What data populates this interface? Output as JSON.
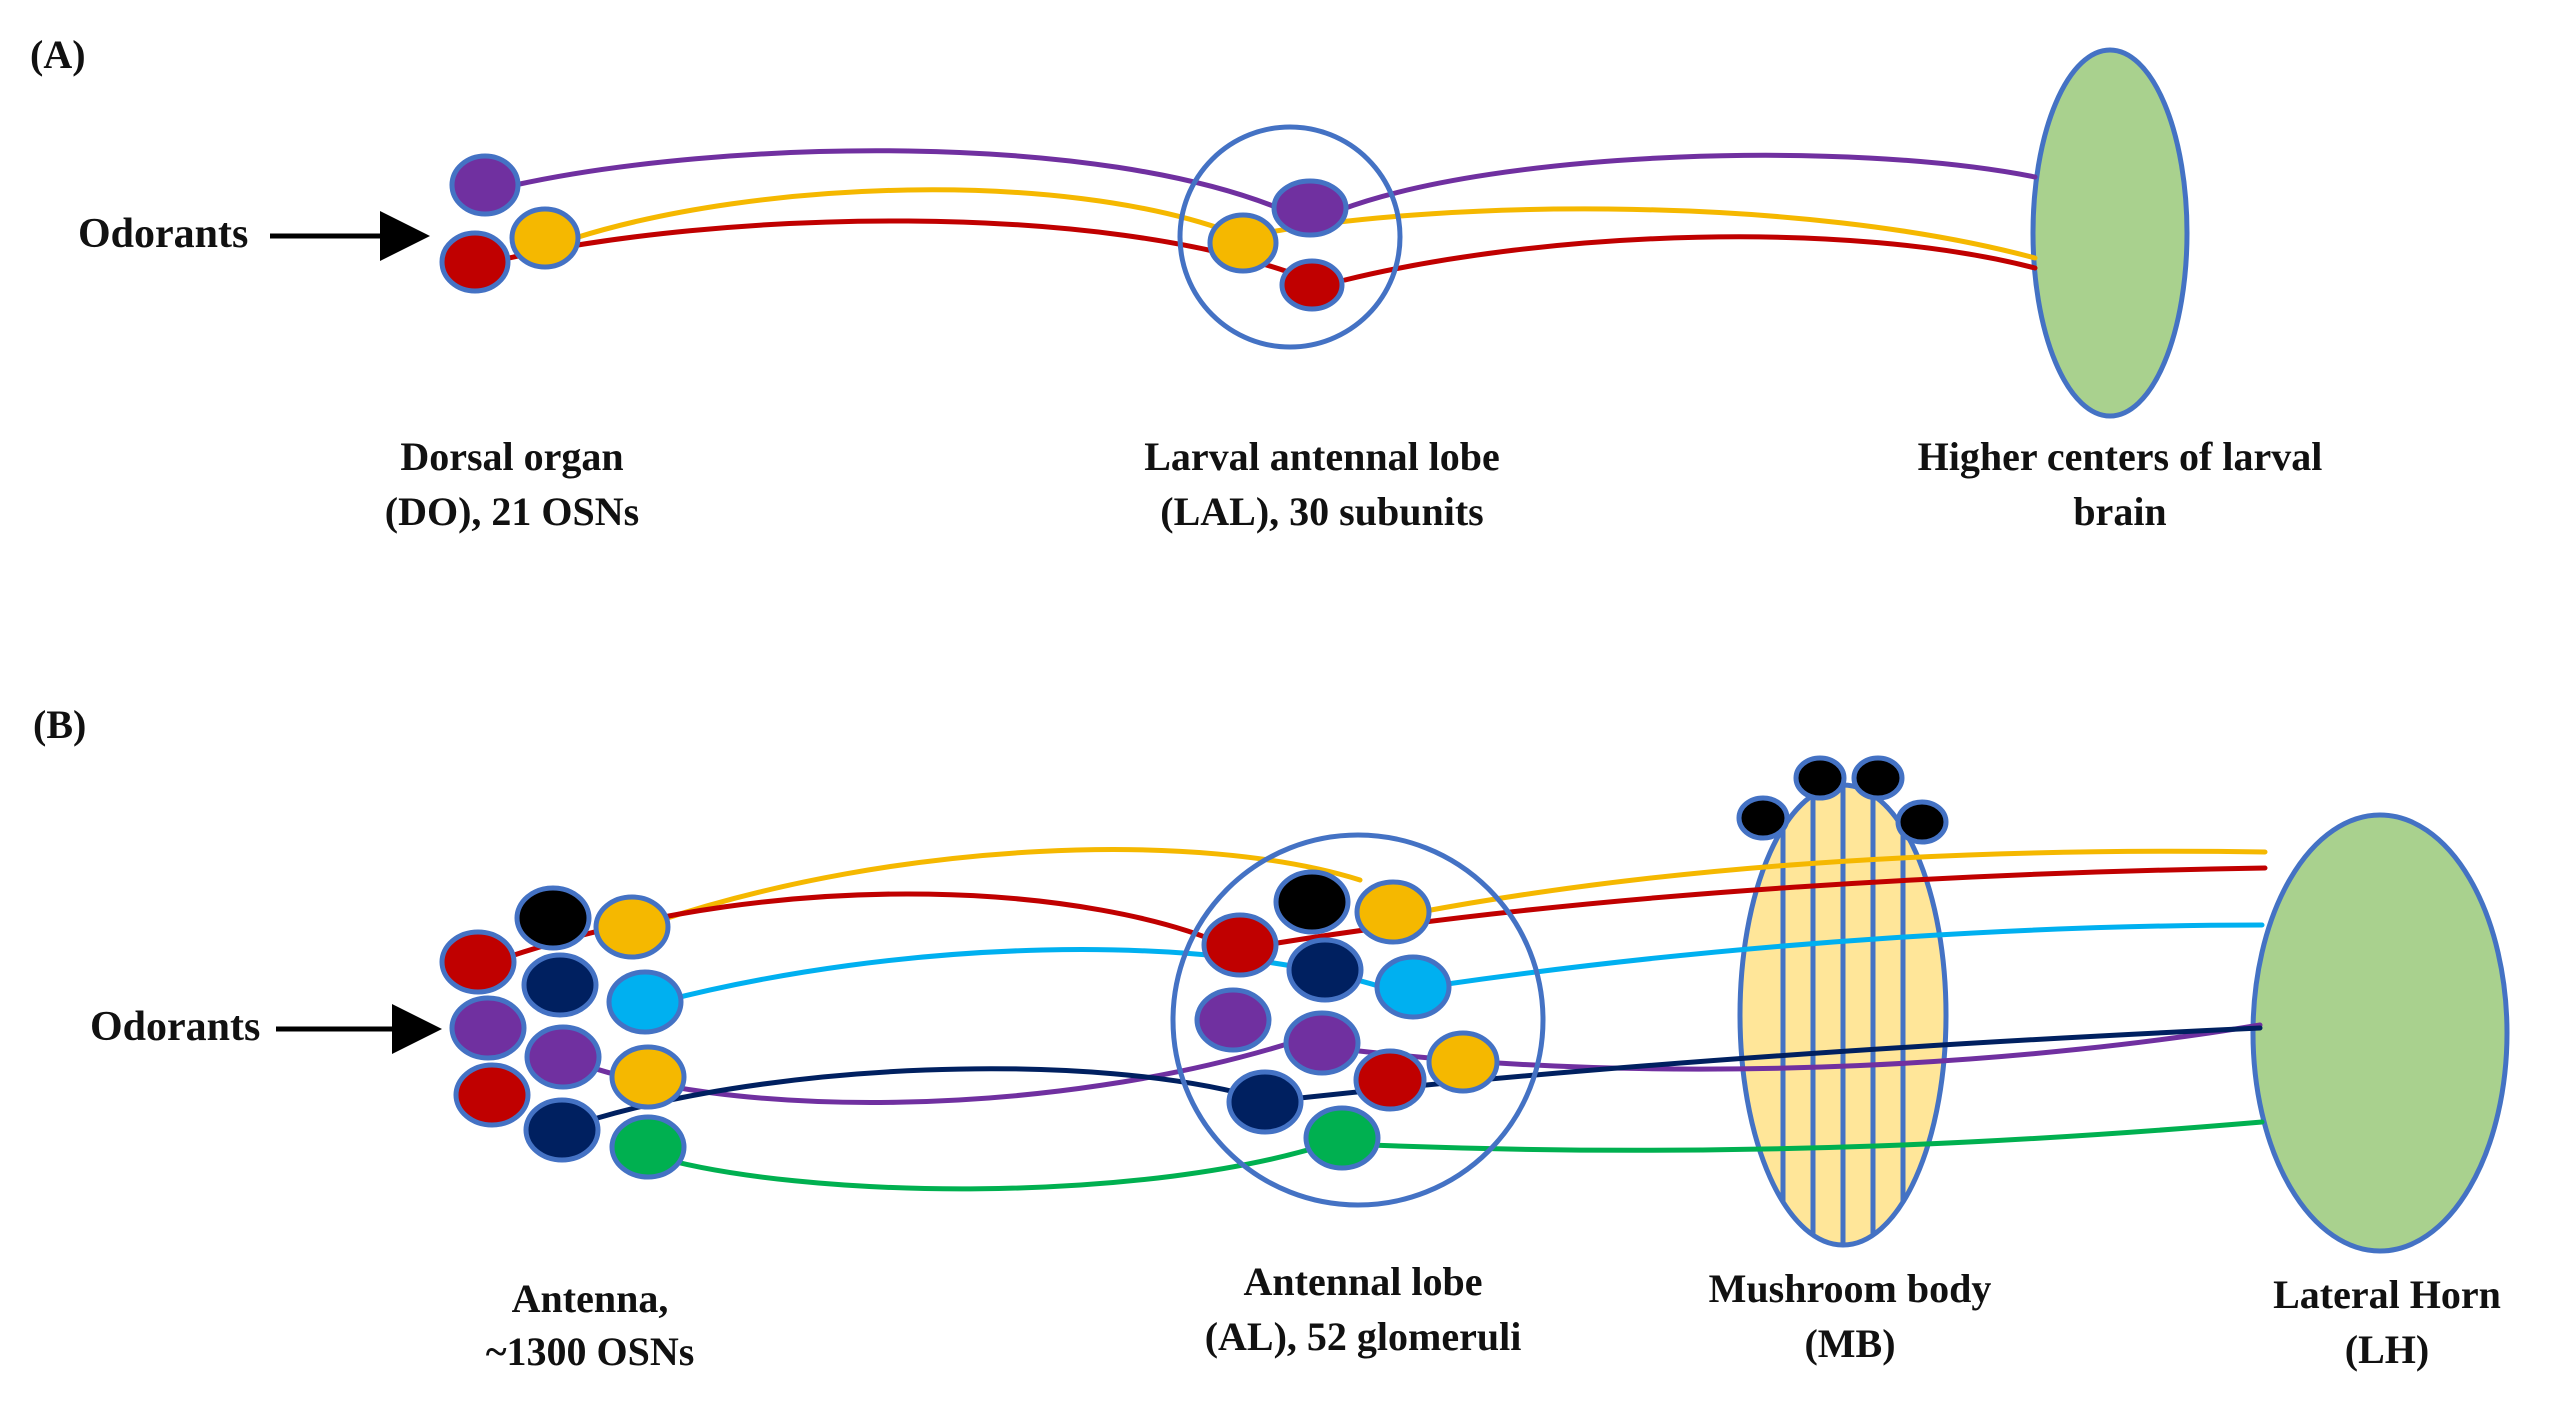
{
  "panels": {
    "a": {
      "label": "(A)",
      "input": "Odorants",
      "stage1": {
        "line1": "Dorsal organ",
        "line2": "(DO), 21 OSNs"
      },
      "stage2": {
        "line1": "Larval antennal lobe",
        "line2": "(LAL), 30 subunits"
      },
      "stage3": {
        "line1": "Higher centers of larval",
        "line2": "brain"
      }
    },
    "b": {
      "label": "(B)",
      "input": "Odorants",
      "stage1": {
        "line1": "Antenna,",
        "line2": "~1300 OSNs"
      },
      "stage2": {
        "line1": "Antennal lobe",
        "line2": "(AL), 52 glomeruli"
      },
      "stage3": {
        "line1": "Mushroom body",
        "line2": "(MB)"
      },
      "stage4": {
        "line1": "Lateral Horn",
        "line2": "(LH)"
      }
    }
  },
  "colors": {
    "purple": "#7030a0",
    "yellow": "#f5b800",
    "red": "#c00000",
    "black": "#000000",
    "navy": "#002060",
    "skyblue": "#00b0f0",
    "green": "#00b050",
    "outline": "#4472c4",
    "brain_fill": "#a9d18e",
    "mb_fill": "#ffe699"
  }
}
